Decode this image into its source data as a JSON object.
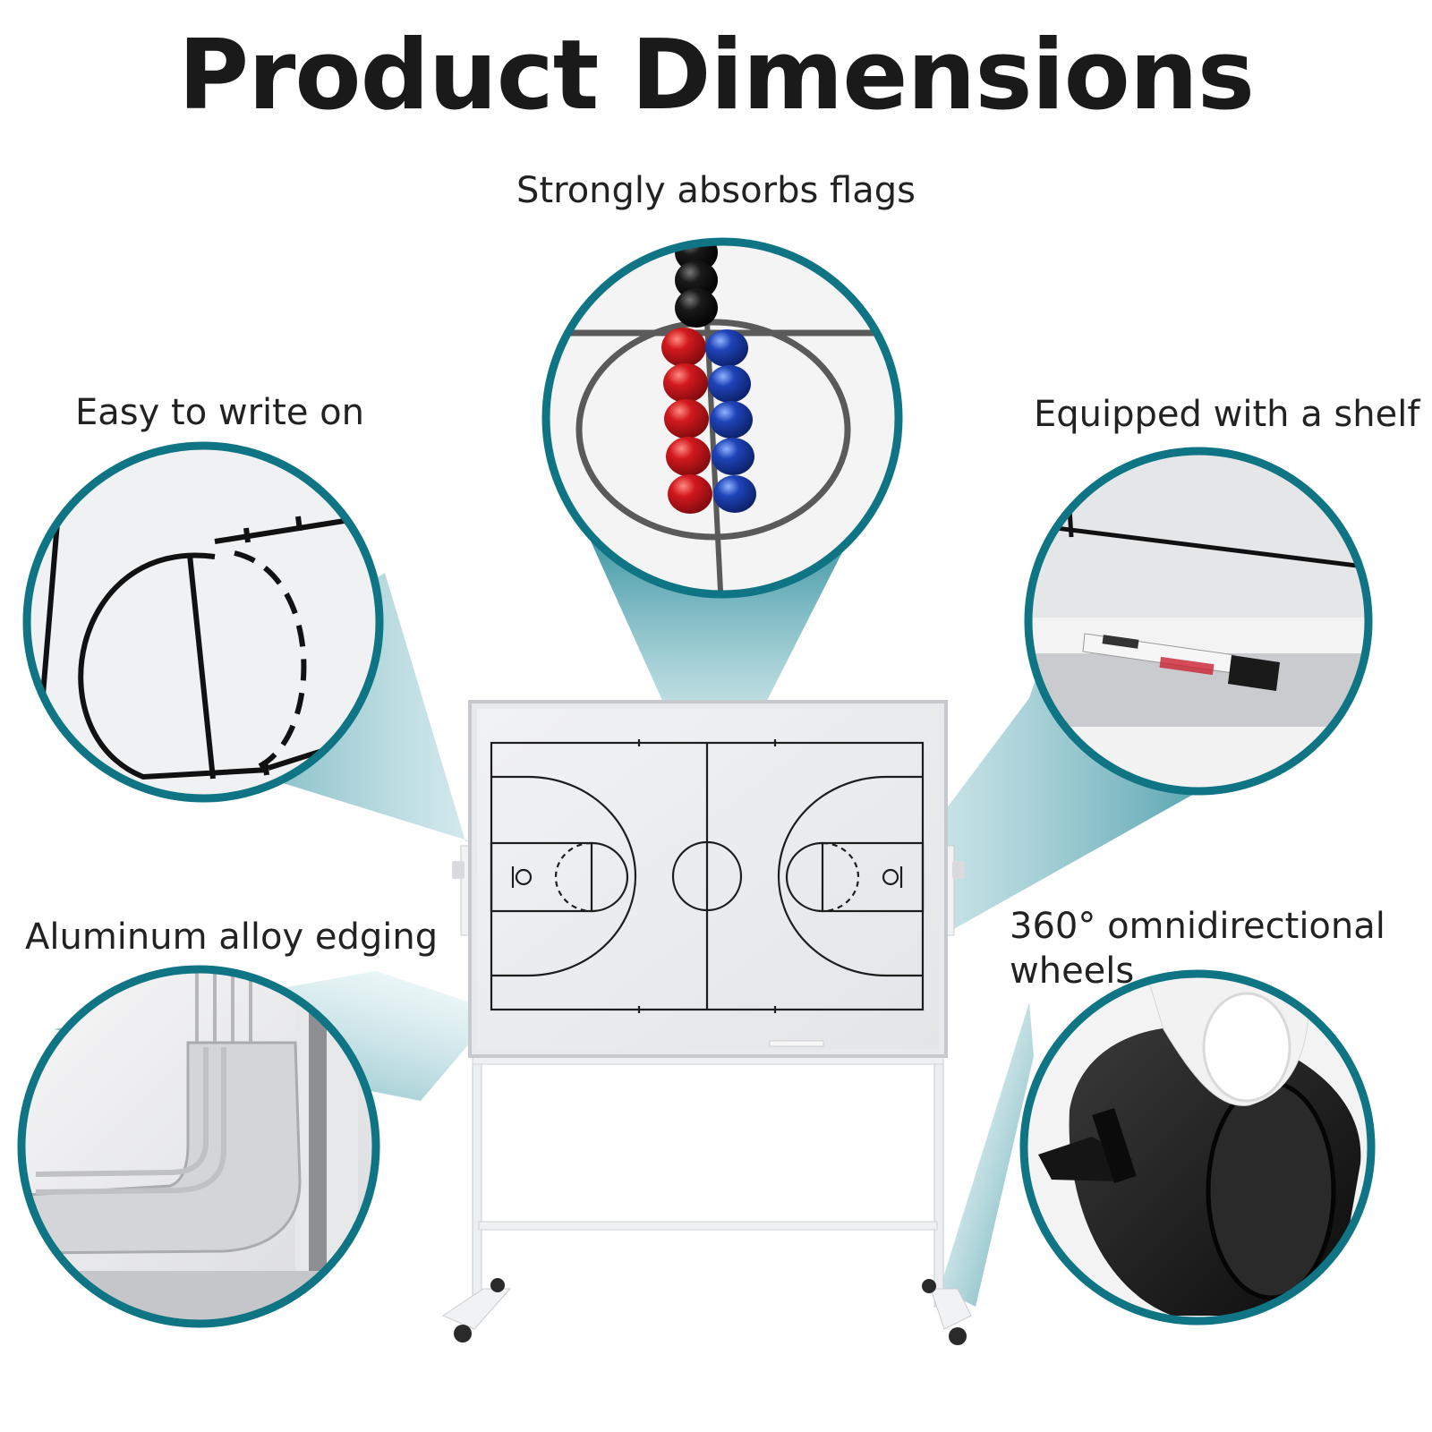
{
  "title": "Product Dimensions",
  "colors": {
    "accent": "#0e7c8c",
    "ring": "#0f7483",
    "marker_red": "#c8171b",
    "marker_blue": "#1e3fae",
    "marker_black": "#111111"
  },
  "features": {
    "flags": {
      "label": "Strongly absorbs flags"
    },
    "write": {
      "label": "Easy to write on"
    },
    "shelf": {
      "label": "Equipped with a shelf"
    },
    "alloy": {
      "label": "Aluminum alloy edging"
    },
    "wheels": {
      "label": "360° omnidirectional wheels"
    }
  },
  "icons": [
    "basketball-court-board",
    "magnet-flags",
    "marker-pen",
    "corner-cap",
    "caster-wheel"
  ]
}
